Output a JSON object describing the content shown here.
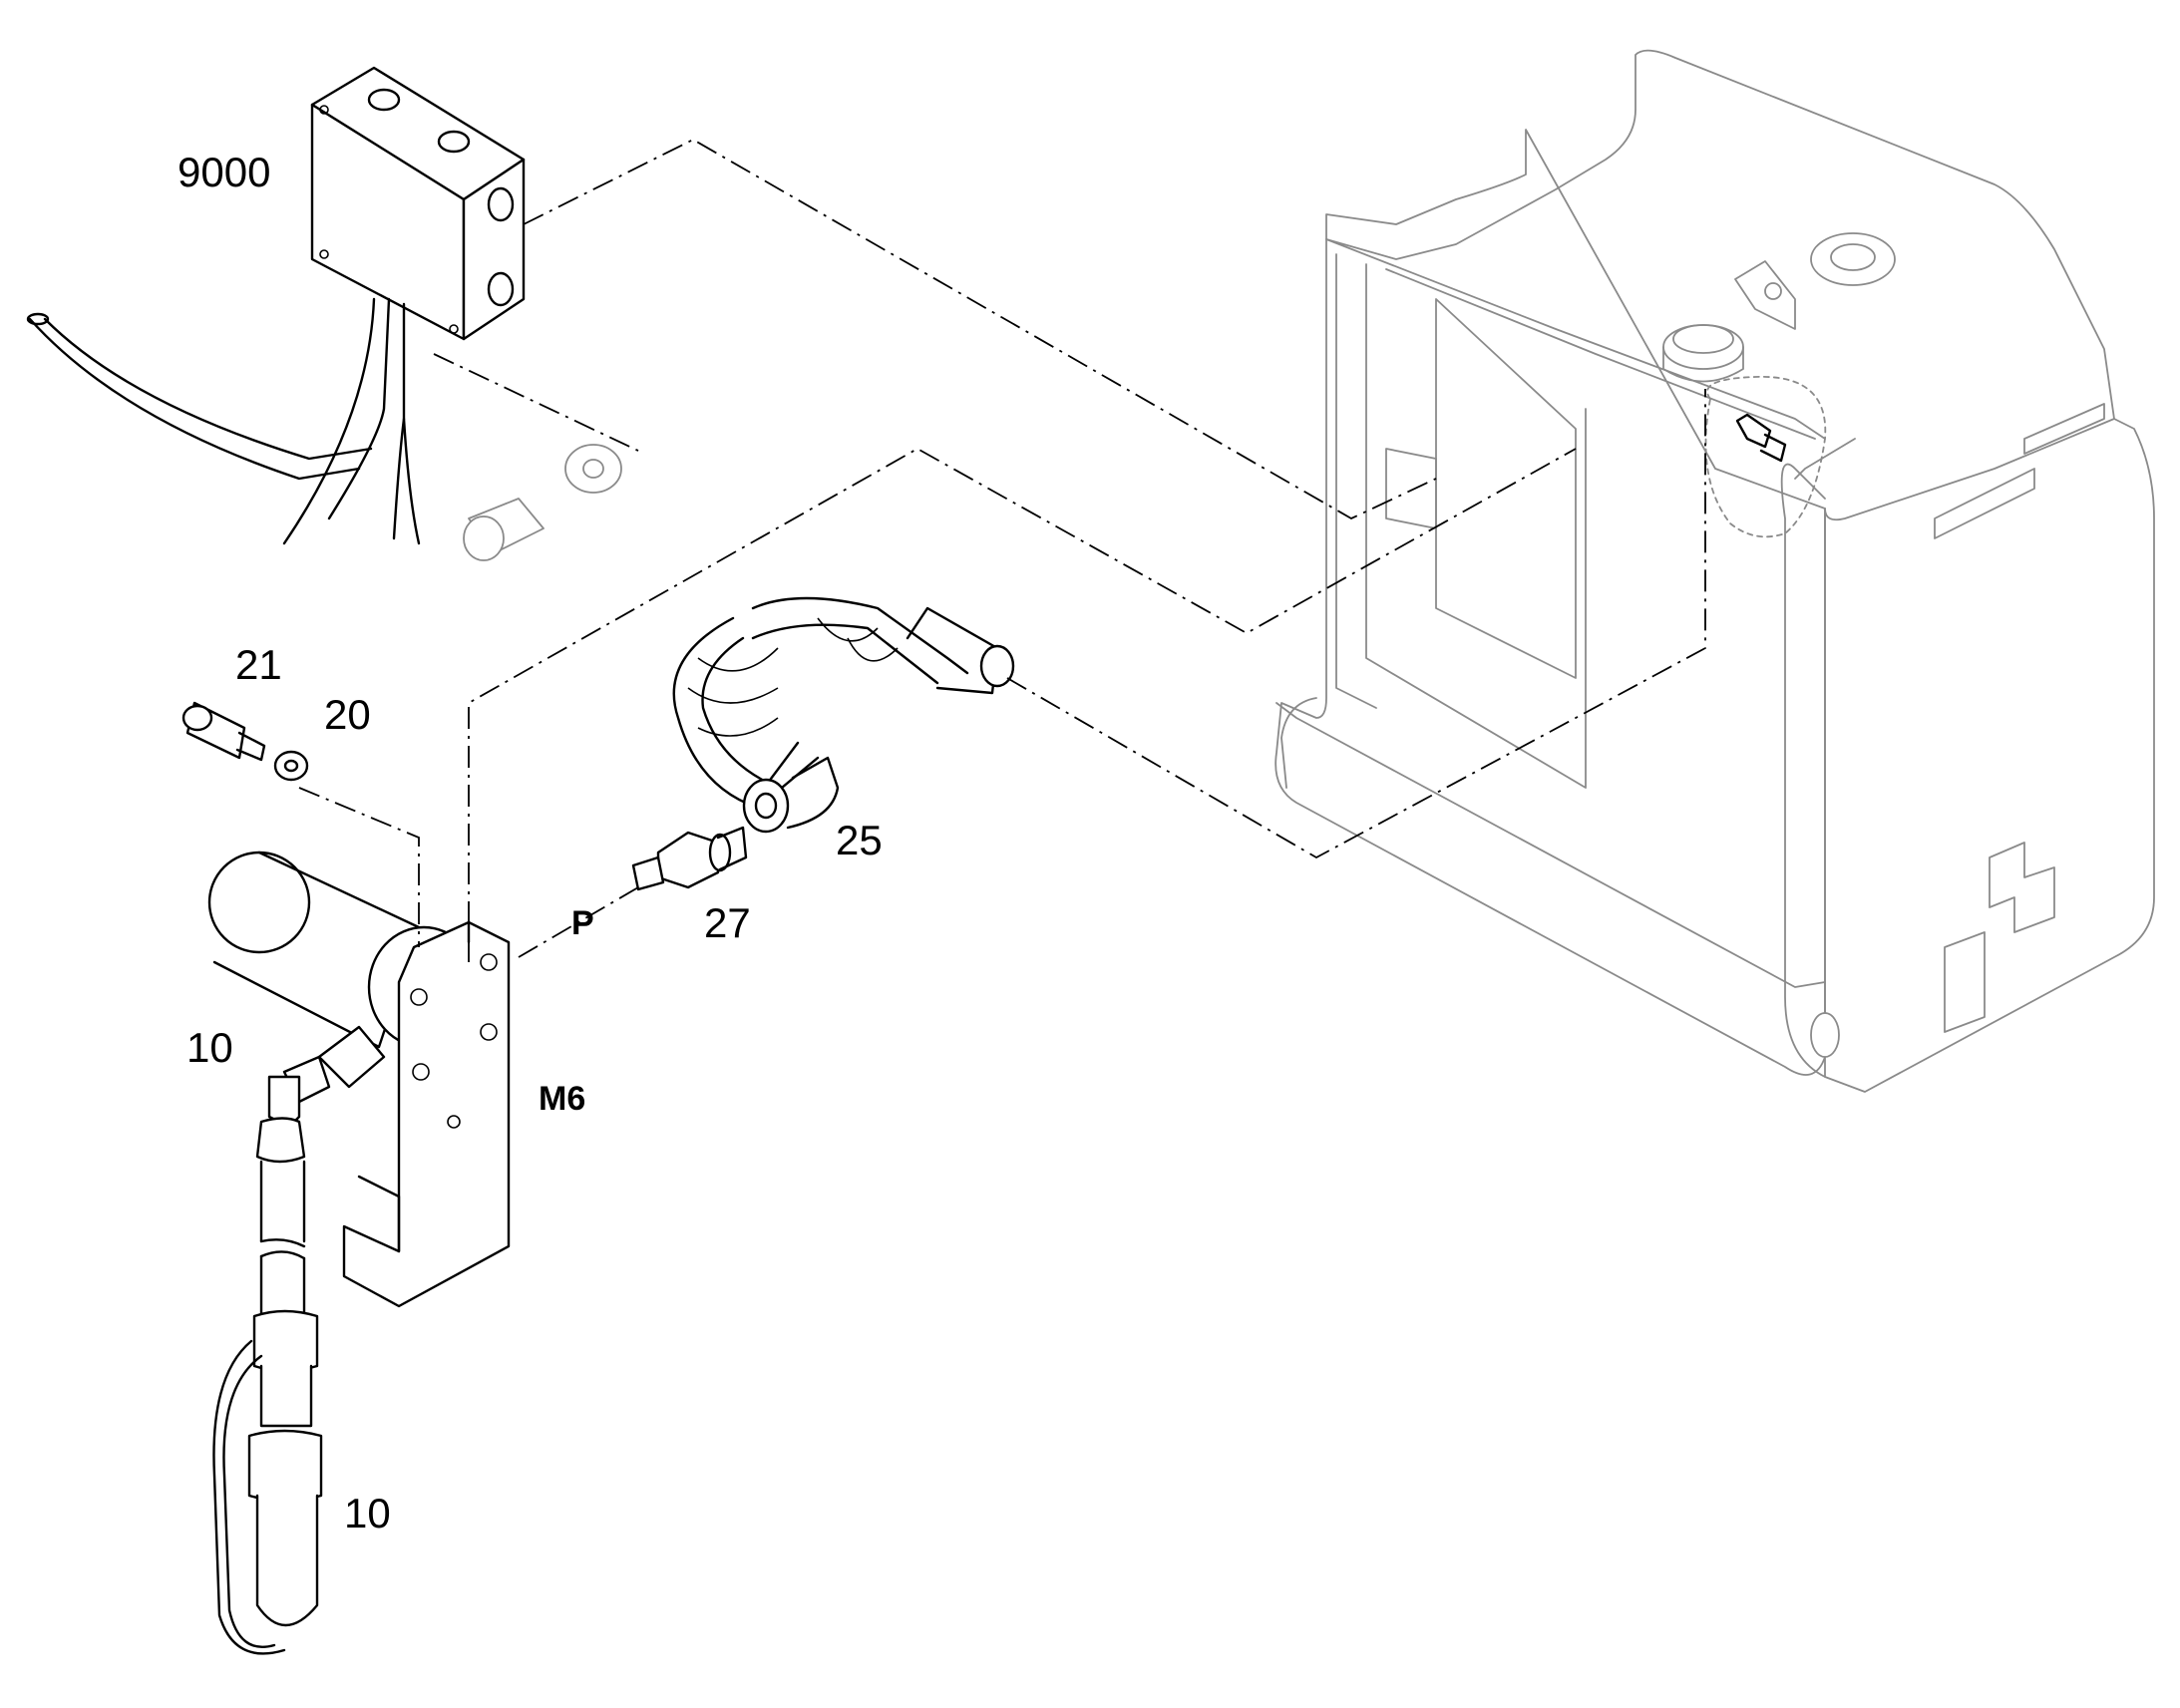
{
  "callouts": {
    "junction_box": "9000",
    "screw": "21",
    "washer": "20",
    "hose": "25",
    "fitting": "27",
    "port_p": "P",
    "pump_upper": "10",
    "pump_lower": "10",
    "bracket_screw": "M6"
  }
}
